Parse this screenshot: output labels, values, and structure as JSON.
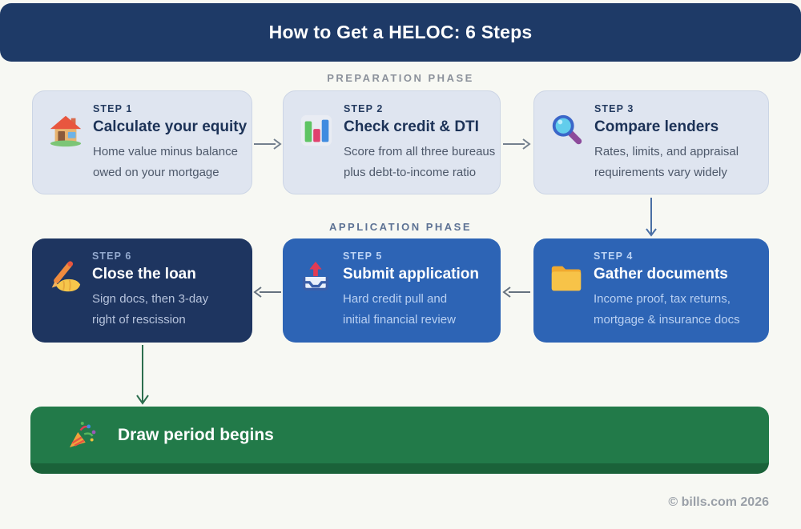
{
  "header": {
    "title": "How to Get a HELOC: 6 Steps"
  },
  "phases": {
    "preparation": "PREPARATION PHASE",
    "application": "APPLICATION PHASE"
  },
  "steps": [
    {
      "label": "STEP 1",
      "title": "Calculate your equity",
      "description": "Home value minus balance\nowed on your mortgage",
      "icon": "house-icon",
      "variant": "light"
    },
    {
      "label": "STEP 2",
      "title": "Check credit & DTI",
      "description": "Score from all three bureaus\nplus debt-to-income ratio",
      "icon": "bar-chart-icon",
      "variant": "light"
    },
    {
      "label": "STEP 3",
      "title": "Compare lenders",
      "description": "Rates, limits, and appraisal\nrequirements vary widely",
      "icon": "magnifying-glass-icon",
      "variant": "light"
    },
    {
      "label": "STEP 4",
      "title": "Gather documents",
      "description": "Income proof, tax returns,\nmortgage & insurance docs",
      "icon": "folder-icon",
      "variant": "blue"
    },
    {
      "label": "STEP 5",
      "title": "Submit application",
      "description": "Hard credit pull and\ninitial financial review",
      "icon": "outbox-icon",
      "variant": "blue"
    },
    {
      "label": "STEP 6",
      "title": "Close the loan",
      "description": "Sign docs, then 3-day\nright of rescission",
      "icon": "writing-hand-icon",
      "variant": "navy"
    }
  ],
  "final": {
    "title": "Draw period begins",
    "icon": "party-popper-icon"
  },
  "footer": {
    "credit": "© bills.com 2026"
  },
  "colors": {
    "header_bg": "#1e3a67",
    "light_card_bg": "#dfe5f0",
    "blue_card_bg": "#2d64b5",
    "navy_card_bg": "#1e3560",
    "final_bar_bg": "#227a49",
    "final_bar_edge": "#1a6239",
    "background": "#f7f8f3",
    "arrow_gray": "#74808e",
    "arrow_blue": "#4a6fa5",
    "arrow_green": "#2c6e4e"
  }
}
